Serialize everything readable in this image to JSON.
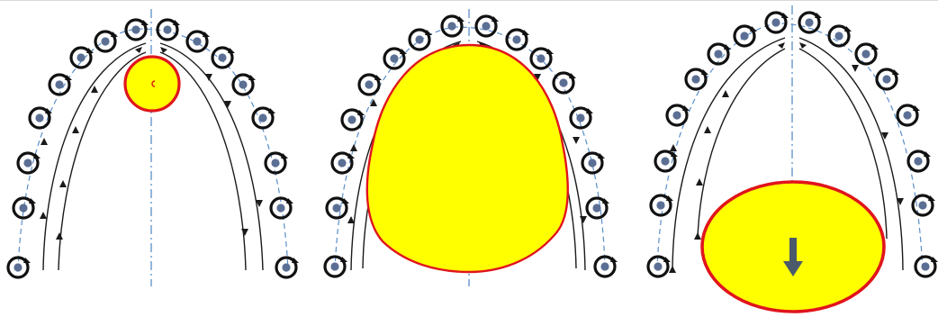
{
  "colors": {
    "background": "#ffffff",
    "vortex_ring": "#111111",
    "vortex_core": "#5b6f95",
    "centerline": "#5b8fc9",
    "streamline": "#1a1a1a",
    "bubble_fill": "#ffff00",
    "bubble_outline": "#e0151b",
    "arrow": "#4a5a6a"
  },
  "icons": {
    "vortex": "vortex-ring-icon",
    "streamline_arrow": "arrowhead-icon",
    "motion_arrow": "down-arrow-icon"
  },
  "panels": [
    {
      "name": "panel-small-bubble",
      "bubble": "small-circle"
    },
    {
      "name": "panel-large-bubble",
      "bubble": "dome"
    },
    {
      "name": "panel-detached-bubble",
      "bubble": "ellipse-with-down-arrow"
    }
  ]
}
